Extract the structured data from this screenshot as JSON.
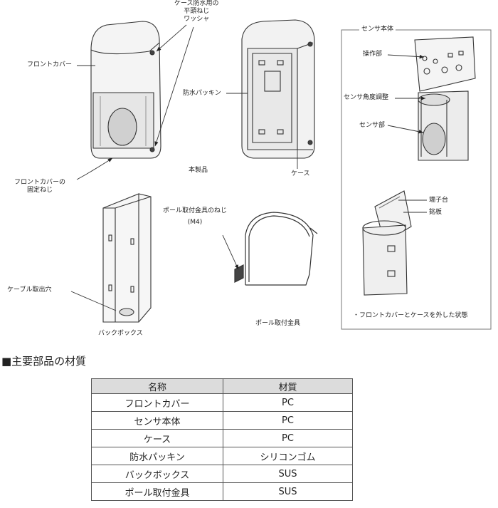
{
  "labels": {
    "case_screw_washer_line1": "ケース防水用の",
    "case_screw_washer_line2": "平頭ねじ",
    "case_screw_washer_line3": "ワッシャ",
    "front_cover": "フロントカバー",
    "front_cover_screw_line1": "フロントカバーの",
    "front_cover_screw_line2": "固定ねじ",
    "product": "本製品",
    "waterproof_packing": "防水パッキン",
    "case": "ケース",
    "sensor_body_frame": "センサ本体",
    "operation_unit": "操作部",
    "sensor_angle_adjust": "センサ角度調整",
    "sensor_unit": "センサ部",
    "terminal_block": "端子台",
    "nameplate": "銘板",
    "removed_state_note": "・フロントカバーとケースを外した状態",
    "pole_screw": "ポール取付金具のねじ",
    "pole_screw_size": "(M4)",
    "cable_hole": "ケーブル取出穴",
    "back_box": "バックボックス",
    "pole_bracket": "ポール取付金具"
  },
  "materials_heading": "■主要部品の材質",
  "table": {
    "headers": [
      "名称",
      "材質"
    ],
    "rows": [
      [
        "フロントカバー",
        "PC"
      ],
      [
        "センサ本体",
        "PC"
      ],
      [
        "ケース",
        "PC"
      ],
      [
        "防水パッキン",
        "シリコンゴム"
      ],
      [
        "バックボックス",
        "SUS"
      ],
      [
        "ポール取付金具",
        "SUS"
      ]
    ]
  }
}
